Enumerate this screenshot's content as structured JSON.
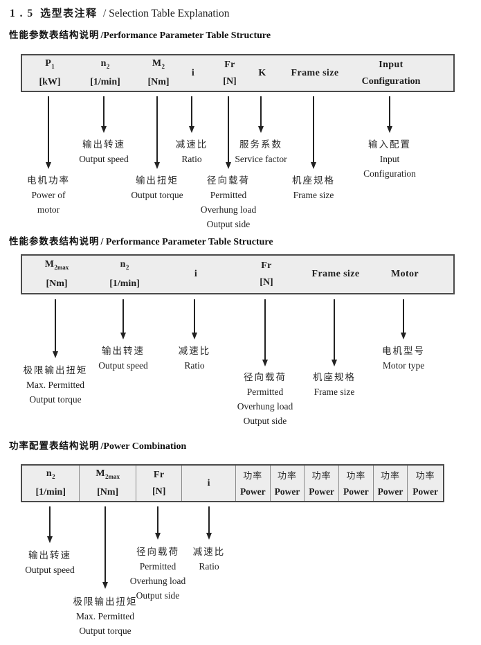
{
  "title": {
    "index": "1 . 5",
    "cn": "选型表注释",
    "en": "/ Selection Table Explanation"
  },
  "colors": {
    "table_fill": "#ededed",
    "table_border": "#4a4a4a",
    "ink": "#1e1e1e"
  },
  "section1": {
    "heading": {
      "cn": "性能参数表结构说明",
      "en": "/Performance Parameter Table Structure"
    },
    "cols": [
      {
        "sym": "P",
        "sub": "1",
        "unit": "[kW]"
      },
      {
        "sym": "n",
        "sub": "2",
        "unit": "[1/min]"
      },
      {
        "sym": "M",
        "sub": "2",
        "unit": "[Nm]"
      },
      {
        "sym": "i"
      },
      {
        "sym": "Fr",
        "unit": "[N]"
      },
      {
        "sym": "K"
      },
      {
        "sym": "Frame size"
      },
      {
        "sym": "Input",
        "unit": "Configuration"
      }
    ],
    "callouts": {
      "power_of_motor": {
        "cn": "电机功率",
        "en1": "Power of",
        "en2": "motor"
      },
      "output_speed": {
        "cn": "输出转速",
        "en1": "Output speed"
      },
      "output_torque": {
        "cn": "输出扭矩",
        "en1": "Output torque"
      },
      "ratio": {
        "cn": "减速比",
        "en1": "Ratio"
      },
      "overhung_load": {
        "cn": "径向载荷",
        "en1": "Permitted",
        "en2": "Overhung load",
        "en3": "Output side"
      },
      "service_factor": {
        "cn": "服务系数",
        "en1": "Service factor"
      },
      "frame_size": {
        "cn": "机座规格",
        "en1": "Frame size"
      },
      "input_configuration": {
        "cn": "输入配置",
        "en1": "Input",
        "en2": "Configuration"
      }
    }
  },
  "section2": {
    "heading": {
      "cn": "性能参数表结构说明",
      "en": "/ Performance Parameter Table Structure"
    },
    "cols": [
      {
        "sym": "M",
        "sub": "2max",
        "unit": "[Nm]"
      },
      {
        "sym": "n",
        "sub": "2",
        "unit": "[1/min]"
      },
      {
        "sym": "i"
      },
      {
        "sym": "Fr",
        "unit": "[N]"
      },
      {
        "sym": "Frame size"
      },
      {
        "sym": "Motor"
      }
    ],
    "callouts": {
      "max_output_torque": {
        "cn": "极限输出扭矩",
        "en1": "Max. Permitted",
        "en2": "Output torque"
      },
      "output_speed": {
        "cn": "输出转速",
        "en1": "Output speed"
      },
      "ratio": {
        "cn": "减速比",
        "en1": "Ratio"
      },
      "overhung_load": {
        "cn": "径向载荷",
        "en1": "Permitted",
        "en2": "Overhung load",
        "en3": "Output side"
      },
      "frame_size": {
        "cn": "机座规格",
        "en1": "Frame size"
      },
      "motor_type": {
        "cn": "电机型号",
        "en1": "Motor type"
      }
    }
  },
  "section3": {
    "heading": {
      "cn": "功率配置表结构说明",
      "en": "/Power Combination"
    },
    "cols": [
      {
        "sym": "n",
        "sub": "2",
        "unit": "[1/min]"
      },
      {
        "sym": "M",
        "sub": "2max",
        "unit": "[Nm]"
      },
      {
        "sym": "Fr",
        "unit": "[N]"
      },
      {
        "sym": "i"
      },
      {
        "cn": "功率",
        "en": "Power"
      },
      {
        "cn": "功率",
        "en": "Power"
      },
      {
        "cn": "功率",
        "en": "Power"
      },
      {
        "cn": "功率",
        "en": "Power"
      },
      {
        "cn": "功率",
        "en": "Power"
      },
      {
        "cn": "功率",
        "en": "Power"
      }
    ],
    "callouts": {
      "output_speed": {
        "cn": "输出转速",
        "en1": "Output speed"
      },
      "max_output_torque": {
        "cn": "极限输出扭矩",
        "en1": "Max. Permitted",
        "en2": "Output torque"
      },
      "overhung_load": {
        "cn": "径向载荷",
        "en1": "Permitted",
        "en2": "Overhung load",
        "en3": "Output side"
      },
      "ratio": {
        "cn": "减速比",
        "en1": "Ratio"
      }
    }
  }
}
